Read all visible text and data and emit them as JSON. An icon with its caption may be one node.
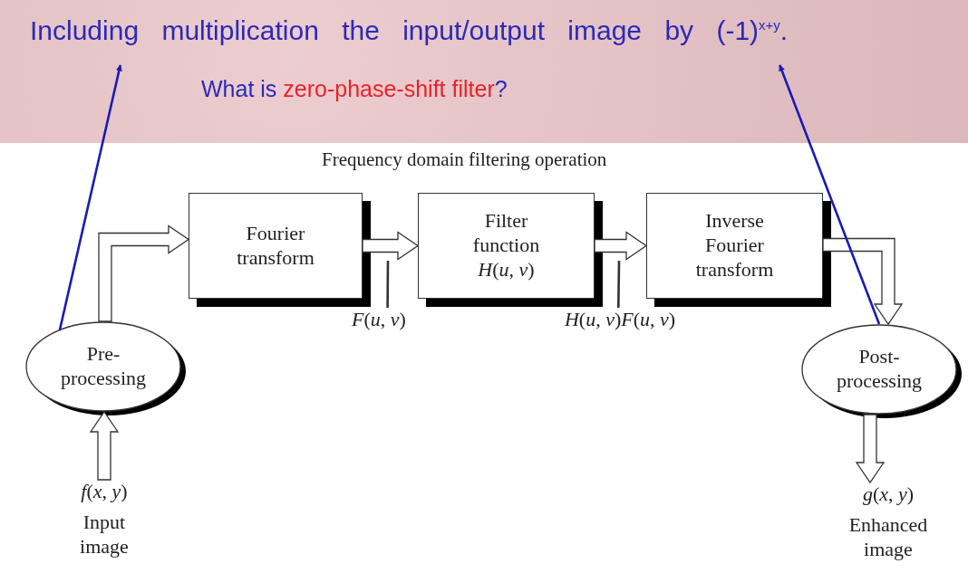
{
  "diagram": {
    "nodes": [
      {
        "text": [
          "Including multiplication the input/output image by (-1)$^{x+y}$."
        ]
      },
      {
        "text": [
          "Pre- processing"
        ]
      },
      {
        "text": [
          "Fourier transform"
        ]
      },
      {
        "text": [
          "Filter function *H*(*u*, *v*)"
        ]
      },
      {
        "text": [
          "Inverse Fourier transform"
        ]
      },
      {
        "text": [
          "Post- processing"
        ]
      },
      {
        "text": [
          "*f*(*x*, *y*)",
          "Input image"
        ]
      },
      {
        "text": [
          "*g*(*x*, *y*)",
          "Enhanced image"
        ]
      },
      {
        "text": [
          "*F*(*u*, *v*)"
        ]
      },
      {
        "text": [
          "*H*(*u*, *v*)*F*(*u*, *v*)"
        ]
      }
    ],
    "edges": [
      {
        "from": 6,
        "to": 1,
        "arrow": "to"
      },
      {
        "from": 1,
        "to": 2,
        "arrow": "to"
      },
      {
        "from": 2,
        "to": 3,
        "arrow": "to"
      },
      {
        "from": 3,
        "to": 4,
        "arrow": "to"
      },
      {
        "from": 4,
        "to": 5,
        "arrow": "to"
      },
      {
        "from": 5,
        "to": 7,
        "arrow": "to"
      },
      {
        "from": 1,
        "to": 0,
        "arrow": "to",
        "color": "#1a1ab4"
      },
      {
        "from": 5,
        "to": 0,
        "arrow": "to",
        "color": "#1a1ab4"
      },
      {
        "from": 8,
        "to": null,
        "arrow": "none",
        "color": "#333333"
      },
      {
        "from": 9,
        "to": null,
        "arrow": "none",
        "color": "#333333"
      }
    ],
    "labels": [
      "What is **zero-phase-shift filter**?",
      "Frequency domain filtering operation"
    ]
  }
}
